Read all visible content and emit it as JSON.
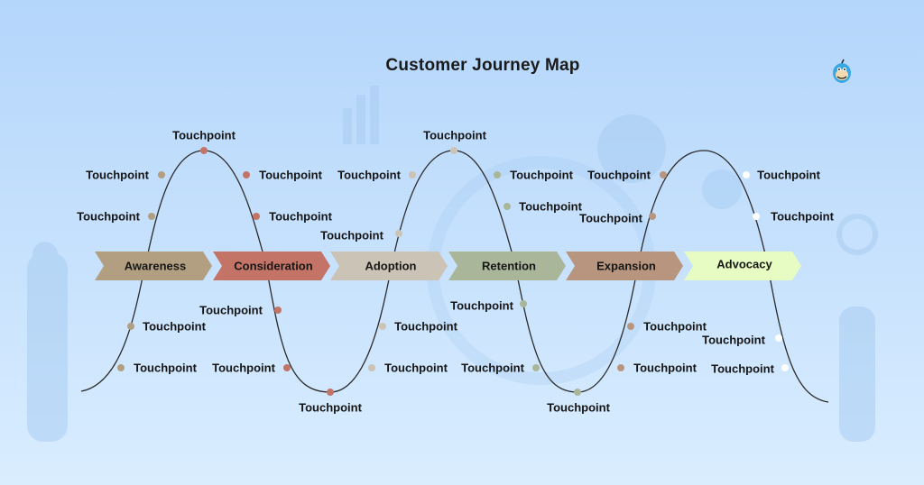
{
  "title": "Customer Journey Map",
  "logo_icon": "mascot-logo-icon",
  "colors": {
    "awareness": "#b29f82",
    "consideration": "#c47466",
    "adoption": "#ccc3b7",
    "retention": "#a9b69a",
    "expansion": "#b8957e",
    "advocacy": "#e6fcc2",
    "curve": "#2b2b2b"
  },
  "stages": [
    {
      "label": "Awareness"
    },
    {
      "label": "Consideration"
    },
    {
      "label": "Adoption"
    },
    {
      "label": "Retention"
    },
    {
      "label": "Expansion"
    },
    {
      "label": "Advocacy"
    }
  ],
  "touchpoint_label": "Touchpoint"
}
